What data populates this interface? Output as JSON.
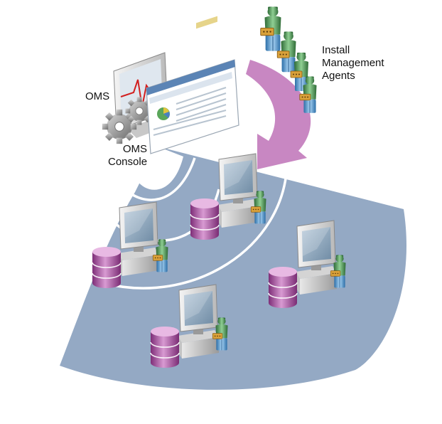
{
  "labels": {
    "oms": "OMS",
    "oms_console": [
      "OMS",
      "Console"
    ],
    "install_agents": [
      "Install",
      "Management",
      "Agents"
    ]
  },
  "colors": {
    "fan": "#94a9c4",
    "arrow": "#c887c2",
    "agent_green": "#5a9a62",
    "agent_blue": "#5ba0d8",
    "database": "#a14f99",
    "monitor_frame": "#d8d8d8",
    "screen": "#8fa9bf"
  },
  "icons": [
    "fan-region-shape",
    "install-arrow-shape",
    "oms-monitor-icon",
    "gear-icon",
    "console-window-icon",
    "agent-figure-icon",
    "database-icon",
    "server-monitor-icon"
  ]
}
